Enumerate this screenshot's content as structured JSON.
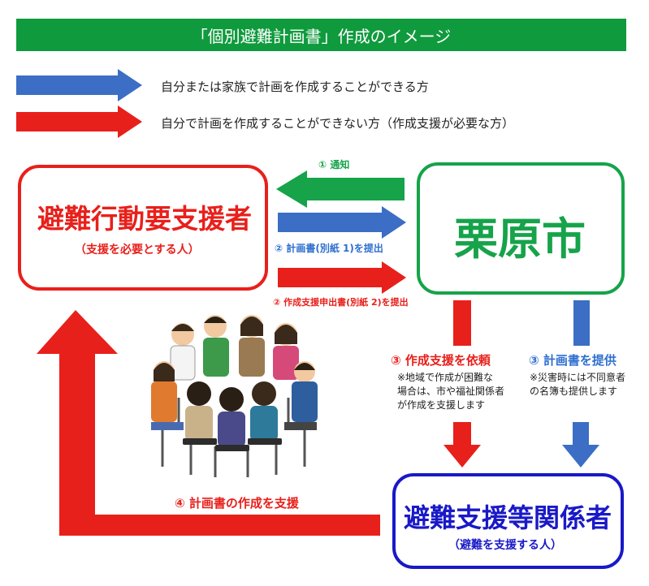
{
  "banner": {
    "title": "「個別避難計画書」作成のイメージ"
  },
  "legend": {
    "blue_text": "自分または家族で計画を作成することができる方",
    "red_text": "自分で計画を作成することができない方（作成支援が必要な方）"
  },
  "boxes": {
    "person": {
      "title": "避難行動要支援者",
      "subtitle": "（支援を必要とする人）"
    },
    "city": {
      "title": "栗原市"
    },
    "supporter": {
      "title": "避難支援等関係者",
      "subtitle": "（避難を支援する人）"
    }
  },
  "arrows": {
    "notice": "① 通知",
    "submit_plan": "② 計画書(別紙 1)を提出",
    "submit_request": "② 作成支援申出書(別紙 2)を提出",
    "request_support": "③ 作成支援を依頼",
    "request_note": [
      "※地域で作成が困難な",
      "場合は、市や福祉関係者",
      "が作成を支援します"
    ],
    "provide_plan": "③ 計画書を提供",
    "provide_note": [
      "※災害時には不同意者",
      "の名簿も提供します"
    ],
    "support_creation": "④ 計画書の作成を支援"
  },
  "colors": {
    "green": "#16a34a",
    "blue": "#3b6ec4",
    "red": "#e8201b",
    "navy": "#1919c8"
  },
  "illustration": {
    "icon": "group-meeting-icon"
  }
}
